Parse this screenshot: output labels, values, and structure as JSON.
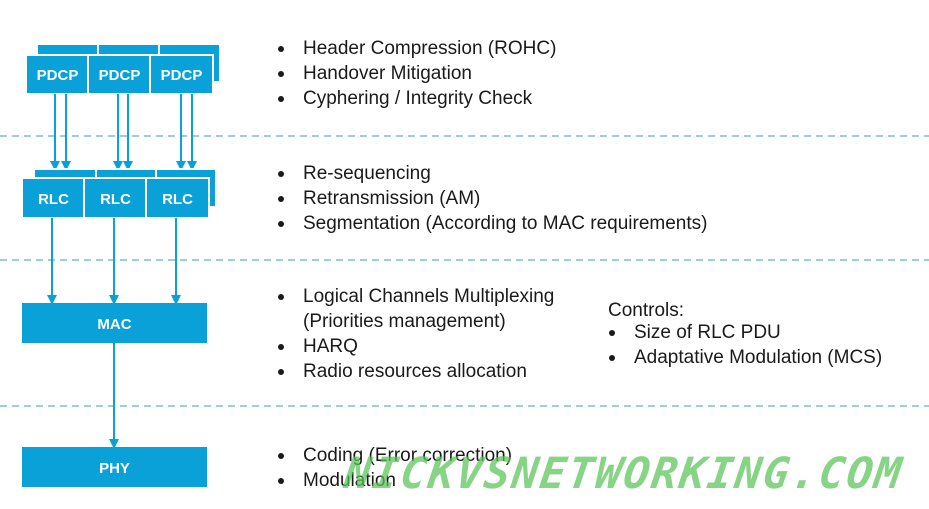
{
  "diagram": {
    "colors": {
      "box": "#0aa0d8",
      "divider": "#5fb0c8",
      "text": "#1a1a1a",
      "watermark": "#5ac45a"
    },
    "pdcp_label": "PDCP",
    "rlc_label": "RLC",
    "mac_label": "MAC",
    "phy_label": "PHY"
  },
  "sections": {
    "pdcp": [
      "Header Compression (ROHC)",
      "Handover Mitigation",
      "Cyphering / Integrity Check"
    ],
    "rlc": [
      "Re-sequencing",
      "Retransmission (AM)",
      "Segmentation (According to MAC requirements)"
    ],
    "mac": [
      "Logical Channels Multiplexing",
      "(Priorities management)",
      "HARQ",
      "Radio resources allocation"
    ],
    "phy": [
      "Coding (Error correction)",
      "Modulation"
    ]
  },
  "controls": {
    "title": "Controls:",
    "items": [
      "Size of RLC PDU",
      "Adaptative Modulation (MCS)"
    ]
  },
  "watermark": "NICKVSNETWORKING.COM"
}
